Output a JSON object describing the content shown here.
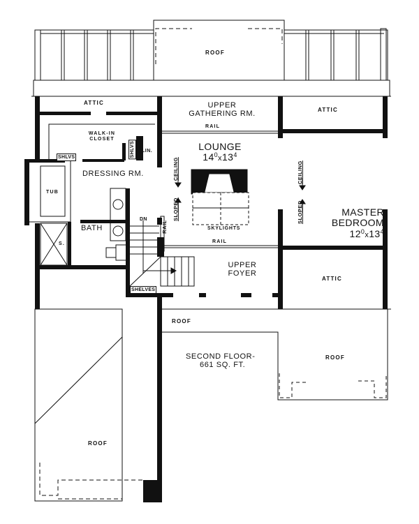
{
  "plan": {
    "title": "SECOND FLOOR-",
    "area": "661 SQ. FT.",
    "rooms": {
      "lounge": {
        "name": "LOUNGE",
        "dim_w": "14",
        "dim_w_sup": "0",
        "dim_x": "x",
        "dim_h": "13",
        "dim_h_sup": "4"
      },
      "master_bedroom": {
        "name_line1": "MASTER",
        "name_line2": "BEDROOM",
        "dim_w": "12",
        "dim_w_sup": "0",
        "dim_x": "x",
        "dim_h": "13",
        "dim_h_sup": "4"
      },
      "upper_gathering": {
        "line1": "UPPER",
        "line2": "GATHERING RM."
      },
      "upper_foyer": {
        "line1": "UPPER",
        "line2": "FOYER"
      },
      "dressing": "DRESSING RM.",
      "walk_in_closet": {
        "line1": "WALK-IN",
        "line2": "CLOSET"
      },
      "bath": "BATH",
      "tub": "TUB",
      "shower": "S.",
      "linen": "LIN.",
      "attic_left": "ATTIC",
      "attic_right_top": "ATTIC",
      "attic_right_bottom": "ATTIC"
    },
    "labels": {
      "roof_top": "ROOF",
      "roof_mid_left": "ROOF",
      "roof_mid_right": "ROOF",
      "roof_bottom_left": "ROOF",
      "rail_gathering": "RAIL",
      "rail_lounge": "RAIL",
      "rail_stair": "RAIL",
      "skylights": "SKYLIGHTS",
      "sloped": "SLOPED",
      "ceiling": "CEILING",
      "stairs_down": "DN",
      "shelves": "SHELVES",
      "shlvs_closet": "SHLVS",
      "shlvs_linen": "SHLVS"
    },
    "colors": {
      "line": "#111111",
      "background": "#ffffff"
    }
  }
}
